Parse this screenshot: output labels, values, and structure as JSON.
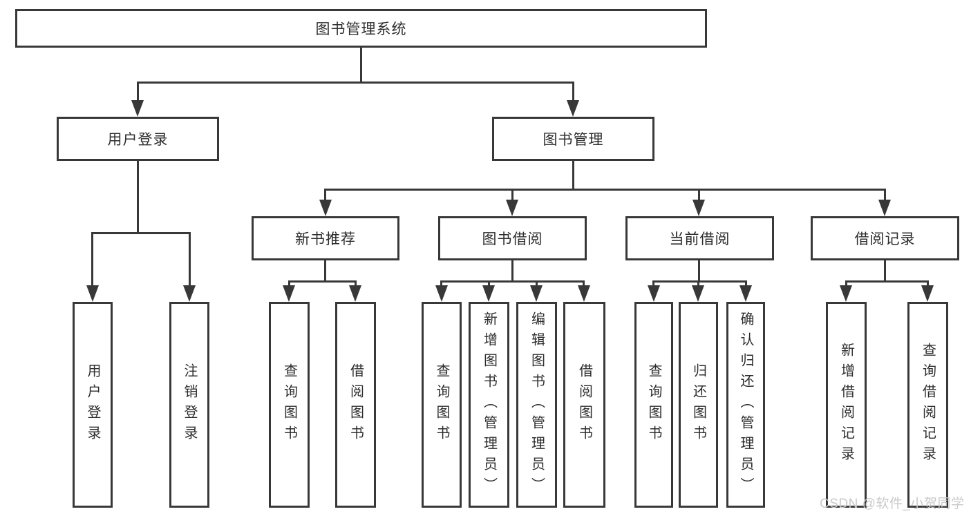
{
  "diagram": {
    "root": "图书管理系统",
    "level1": {
      "user_login": "用户登录",
      "book_management": "图书管理"
    },
    "level2": {
      "new_book_recommend": "新书推荐",
      "book_borrowing": "图书借阅",
      "current_borrowing": "当前借阅",
      "borrowing_records": "借阅记录"
    },
    "leaves": {
      "login": [
        "用户登录",
        "注销登录"
      ],
      "recommend": [
        "查询图书",
        "借阅图书"
      ],
      "borrowing": [
        "查询图书",
        "新增图书（管理员）",
        "编辑图书（管理员）",
        "借阅图书"
      ],
      "current": [
        "查询图书",
        "归还图书",
        "确认归还（管理员）"
      ],
      "records": [
        "新增借阅记录",
        "查询借阅记录"
      ]
    }
  },
  "watermark": "CSDN @软件_小贺同学",
  "colors": {
    "line": "#383838",
    "text": "#2d2d2d",
    "watermark": "#c9c9c9",
    "background": "#ffffff"
  }
}
